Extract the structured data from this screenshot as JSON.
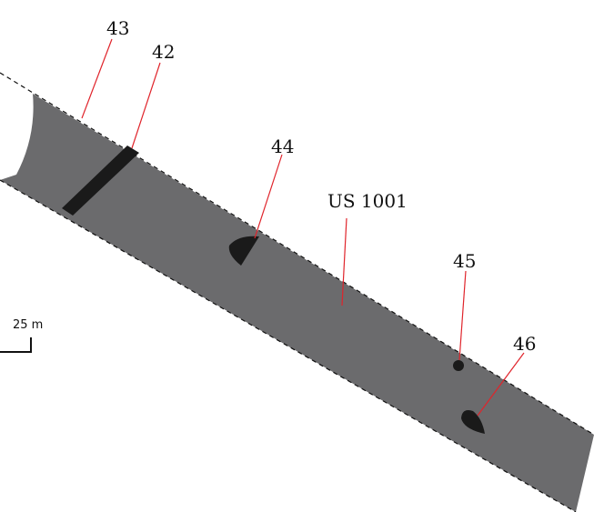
{
  "colors": {
    "trench_fill": "#6b6b6d",
    "feature_fill": "#1a1a1a",
    "leader_line": "#e0242b",
    "boundary_line": "#111111"
  },
  "labels": {
    "feature_43": "43",
    "feature_42": "42",
    "feature_44": "44",
    "feature_45": "45",
    "feature_46": "46",
    "layer": "US 1001"
  },
  "scale_bar": {
    "label": "25 m"
  }
}
